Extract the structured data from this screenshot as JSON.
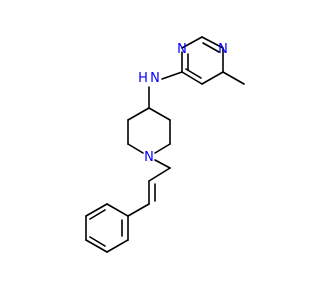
{
  "colors": {
    "bond": "#000000",
    "nitrogen": "#0000ff",
    "background": "#ffffff"
  },
  "atoms": {
    "pyrimidine_n_top": "N",
    "pyrimidine_n_left": "N",
    "amine_nh": "N",
    "amine_h": "H",
    "piperidine_n": "N"
  }
}
